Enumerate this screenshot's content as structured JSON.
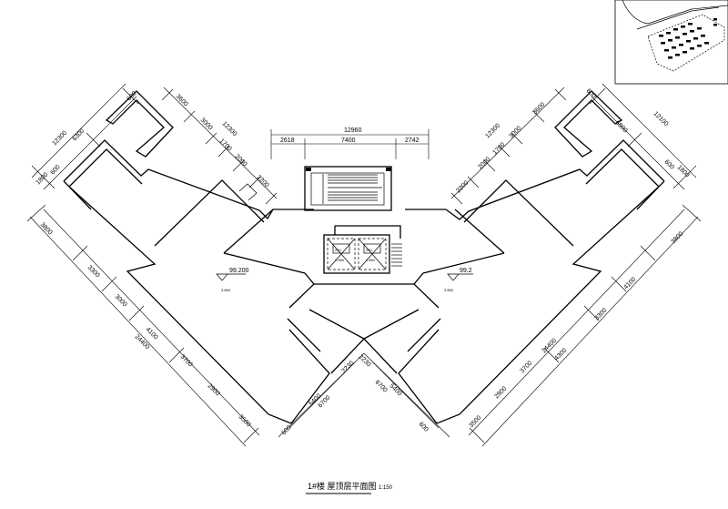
{
  "title": "1#楼 屋顶层平面图",
  "scale": "1:150",
  "levels": {
    "left": "99.200",
    "right": "99.2",
    "left_tag": "3.850",
    "right_tag": "3.850"
  },
  "core_labels": {
    "elevator_left": "240",
    "elevator_right": "240",
    "shaft_left": "2.850",
    "shaft_right": "2.850"
  },
  "top_dims": {
    "total": "12960",
    "a": "2618",
    "b": "7400",
    "c": "2742"
  },
  "left_wing": {
    "outer_top": [
      "6300",
      "12300"
    ],
    "inner_top": [
      "3600",
      "3000",
      "1700",
      "2000",
      "2200",
      "12300"
    ],
    "short": [
      "1800",
      "600"
    ],
    "outer_bottom": [
      "3800",
      "3300",
      "3000",
      "4100",
      "24400"
    ],
    "inner_bottom": [
      "3700",
      "2900",
      "3500"
    ],
    "end": [
      "600",
      "5400",
      "6700",
      "2230",
      "2230"
    ]
  },
  "right_wing": {
    "outer_top": [
      "6900",
      "12100"
    ],
    "inner_top": [
      "3600",
      "3000",
      "1700",
      "2000",
      "2200",
      "12300"
    ],
    "short": [
      "1800",
      "600"
    ],
    "outer_bottom": [
      "3800",
      "4100",
      "3300",
      "4300",
      "24400"
    ],
    "inner_bottom": [
      "3500",
      "2900",
      "3700"
    ],
    "end": [
      "600",
      "5400",
      "6700",
      "2230",
      "2230"
    ]
  }
}
